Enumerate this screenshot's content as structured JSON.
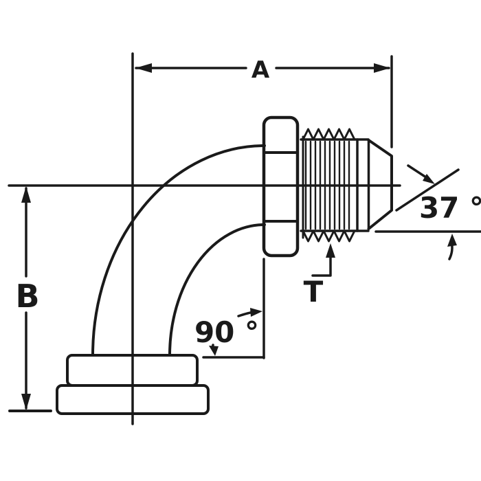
{
  "drawing": {
    "labels": {
      "dim_a": "A",
      "dim_b": "B",
      "elbow_angle": "90 °",
      "flare_angle": "37 °",
      "thread": "T"
    },
    "colors": {
      "ink": "#1a1a1a",
      "background": "#ffffff"
    }
  }
}
